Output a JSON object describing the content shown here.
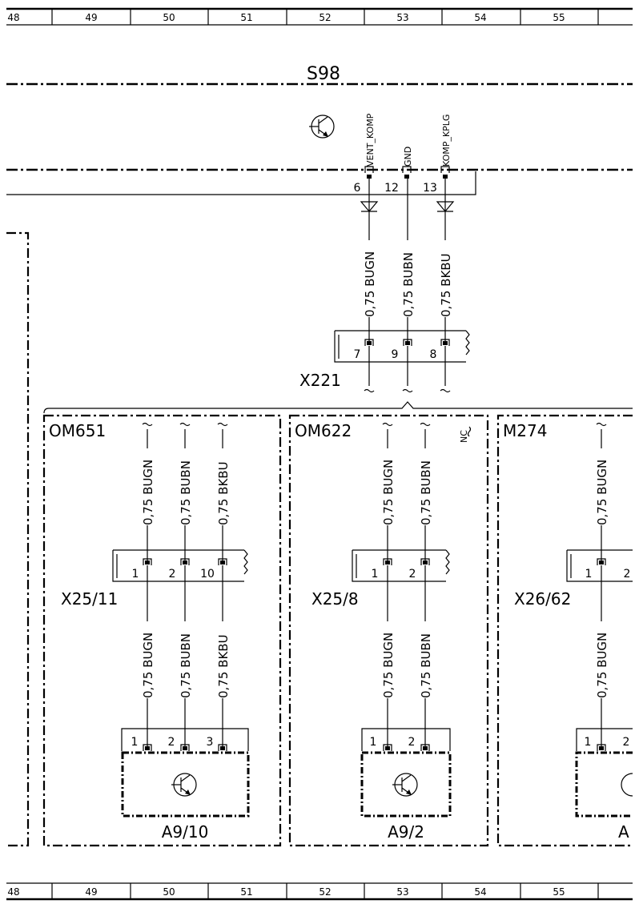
{
  "grid_columns": [
    "48",
    "49",
    "50",
    "51",
    "52",
    "53",
    "54",
    "55"
  ],
  "top_module": {
    "name": "S98",
    "signals": [
      "VENT_KOMP",
      "GND",
      "KOMP_KPLG"
    ],
    "pins": [
      "6",
      "12",
      "13"
    ]
  },
  "connector_x221": {
    "name": "X221",
    "pins": [
      "7",
      "9",
      "8"
    ],
    "wires": [
      "0,75 BUGN",
      "0,75 BUBN",
      "0,75 BKBU"
    ]
  },
  "variants": [
    {
      "engine": "OM651",
      "connector": "X25/11",
      "connector_pins": [
        "1",
        "2",
        "10"
      ],
      "wires_upper": [
        "0,75 BUGN",
        "0,75 BUBN",
        "0,75 BKBU"
      ],
      "wires_lower": [
        "0,75 BUGN",
        "0,75 BUBN",
        "0,75 BKBU"
      ],
      "device_pins": [
        "1",
        "2",
        "3"
      ],
      "device": "A9/10"
    },
    {
      "engine": "OM622",
      "nc_label": "NC",
      "connector": "X25/8",
      "connector_pins": [
        "1",
        "2"
      ],
      "wires_upper": [
        "0,75 BUGN",
        "0,75 BUBN"
      ],
      "wires_lower": [
        "0,75 BUGN",
        "0,75 BUBN"
      ],
      "device_pins": [
        "1",
        "2"
      ],
      "device": "A9/2"
    },
    {
      "engine": "M274",
      "connector": "X26/62",
      "connector_pins": [
        "1",
        "2"
      ],
      "wires_upper": [
        "0,75 BUGN"
      ],
      "wires_lower": [
        "0,75 BUGN"
      ],
      "device_pins": [
        "1",
        "2"
      ],
      "device": "A"
    }
  ]
}
